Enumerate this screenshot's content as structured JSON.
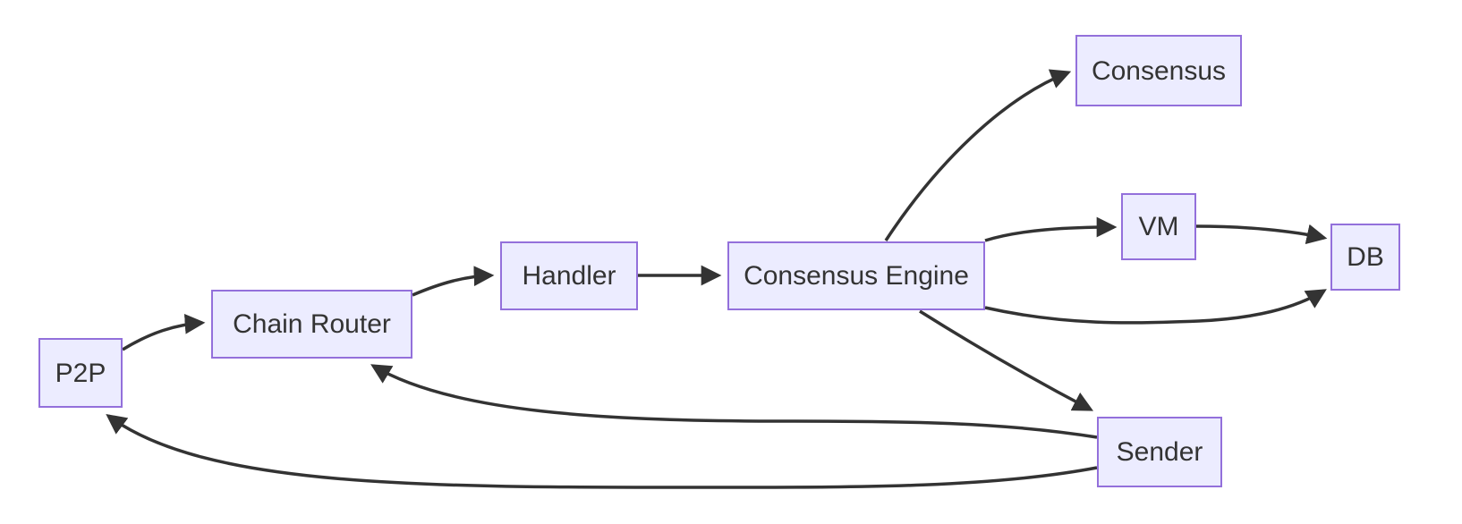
{
  "diagram": {
    "type": "flowchart",
    "direction": "left-to-right",
    "background": "#ffffff",
    "node_fill": "#ECECFF",
    "node_border": "#9370DB",
    "edge_color": "#333333",
    "text_color": "#333333",
    "nodes": [
      {
        "id": "p2p",
        "label": "P2P"
      },
      {
        "id": "chain-router",
        "label": "Chain Router"
      },
      {
        "id": "handler",
        "label": "Handler"
      },
      {
        "id": "consensus-engine",
        "label": "Consensus Engine"
      },
      {
        "id": "consensus",
        "label": "Consensus"
      },
      {
        "id": "vm",
        "label": "VM"
      },
      {
        "id": "db",
        "label": "DB"
      },
      {
        "id": "sender",
        "label": "Sender"
      }
    ],
    "edges": [
      {
        "from": "P2P",
        "to": "Chain Router"
      },
      {
        "from": "Chain Router",
        "to": "Handler"
      },
      {
        "from": "Handler",
        "to": "Consensus Engine"
      },
      {
        "from": "Consensus Engine",
        "to": "Consensus"
      },
      {
        "from": "Consensus Engine",
        "to": "VM"
      },
      {
        "from": "VM",
        "to": "DB"
      },
      {
        "from": "Consensus Engine",
        "to": "DB"
      },
      {
        "from": "Consensus Engine",
        "to": "Sender"
      },
      {
        "from": "Sender",
        "to": "Chain Router"
      },
      {
        "from": "Sender",
        "to": "P2P"
      }
    ]
  }
}
